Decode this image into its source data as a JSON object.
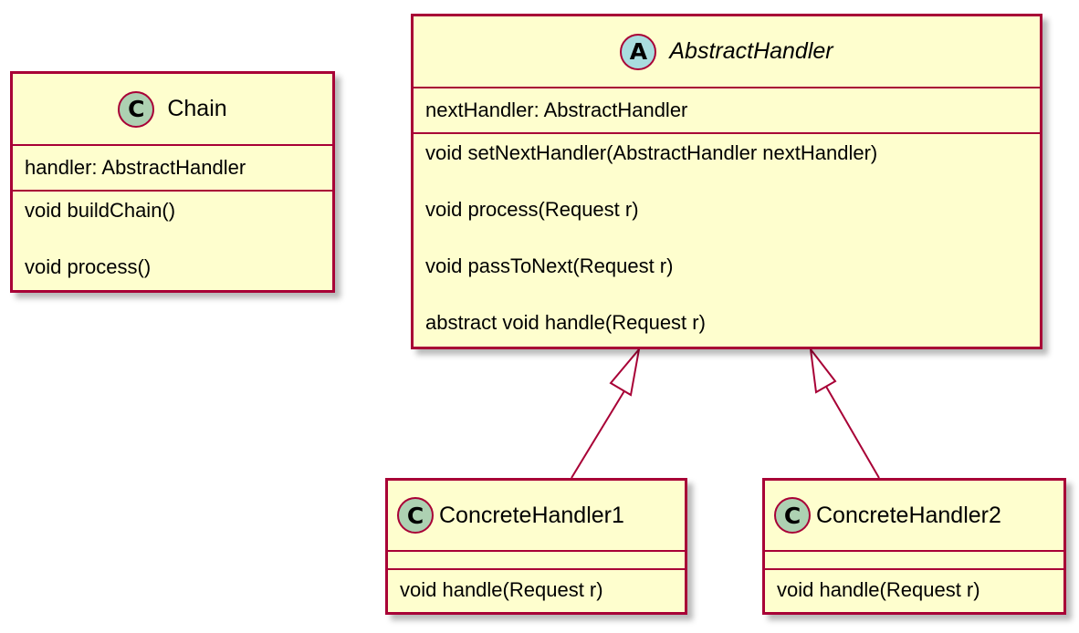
{
  "diagram": {
    "colors": {
      "class_fill": "#FEFECE",
      "border": "#A80036",
      "class_icon": "#ADD1B2",
      "abstract_icon": "#A9DCDF"
    },
    "relationships": [
      {
        "type": "generalization",
        "from": "ConcreteHandler1",
        "to": "AbstractHandler"
      },
      {
        "type": "generalization",
        "from": "ConcreteHandler2",
        "to": "AbstractHandler"
      }
    ],
    "classes": {
      "chain": {
        "icon": "C",
        "name": "Chain",
        "attributes": [
          "handler: AbstractHandler"
        ],
        "methods": [
          "void buildChain()",
          "void process()"
        ]
      },
      "abstract_handler": {
        "icon": "A",
        "name": "AbstractHandler",
        "attributes": [
          "nextHandler: AbstractHandler"
        ],
        "methods": [
          "void setNextHandler(AbstractHandler nextHandler)",
          "void process(Request r)",
          "void passToNext(Request r)",
          "abstract void handle(Request r)"
        ]
      },
      "concrete_handler_1": {
        "icon": "C",
        "name": "ConcreteHandler1",
        "attributes": [],
        "methods": [
          "void handle(Request r)"
        ]
      },
      "concrete_handler_2": {
        "icon": "C",
        "name": "ConcreteHandler2",
        "attributes": [],
        "methods": [
          "void handle(Request r)"
        ]
      }
    }
  }
}
